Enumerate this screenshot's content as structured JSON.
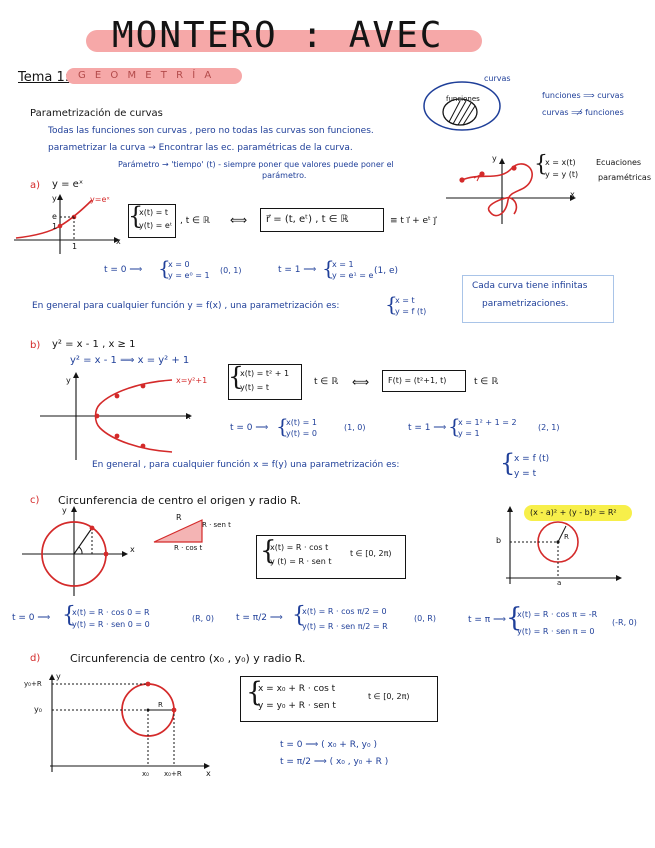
{
  "header": {
    "title": "MONTERO :  AVEC",
    "tema_label": "Tema 1:",
    "tema_name": "G E O M E T R Í A"
  },
  "intro": {
    "heading": "Parametrización de curvas",
    "line1": "Todas las funciones son curvas , pero no todas las curvas son funciones.",
    "line2": "parametrizar la curva → Encontrar las ec. paramétricas de la curva.",
    "line3a": "Parámetro → 'tiempo' (t) - siempre poner que valores puede poner el",
    "line3b": "parámetro."
  },
  "venn": {
    "outer_label": "curvas",
    "inner_label": "funciones",
    "arrow1": "funciones ⟹ curvas",
    "arrow2": "curvas ⟹̸ funciones"
  },
  "param_sketch": {
    "sys1": "x = x(t)",
    "sys2": "y = y (t)",
    "caption1": "Ecuaciones",
    "caption2": "paramétricas",
    "y_axis": "y",
    "x_axis": "x"
  },
  "section_a": {
    "label": "a)",
    "equation": "y = eˣ",
    "graph_label": "y=eˣ",
    "axis_y": "y",
    "axis_x": "x",
    "tick_1x": "1",
    "tick_1y": "1",
    "tick_e": "e",
    "sys1": "x(t) = t",
    "sys2": "y(t) = eᵗ",
    "domain": ", t ∈ ℝ",
    "iff": "⟺",
    "vector": "r⃗ = (t, eᵗ) , t ∈ ℝ",
    "equiv": "≡ t i⃗ + eᵗ j⃗",
    "t0_label": "t = 0  ⟹",
    "t0_sys1": "x = 0",
    "t0_sys2": "y = e⁰ = 1",
    "t0_point": "(0, 1)",
    "t1_label": "t = 1  ⟹",
    "t1_sys1": "x = 1",
    "t1_sys2": "y = e¹ = e",
    "t1_point": "(1, e)",
    "general": "En general para cualquier función  y = f(x) , una parametrización es:",
    "gen_sys1": "x = t",
    "gen_sys2": "y = f (t)"
  },
  "note_box": {
    "line1": "Cada curva tiene infinitas",
    "line2": "parametrizaciones."
  },
  "section_b": {
    "label": "b)",
    "equation": "y² = x - 1  ,  x ≥ 1",
    "step": "y² = x - 1  ⟹  x = y² + 1",
    "graph_label": "x=y²+1",
    "axis_y": "y",
    "axis_x": "x",
    "sys1": "x(t) = t² + 1",
    "sys2": "y(t) = t",
    "domain": "t ∈ ℝ",
    "iff": "⟺",
    "vector": "F(t) = (t²+1, t)",
    "vector_domain": "t ∈ ℝ",
    "t0_label": "t = 0  ⟹",
    "t0_sys1": "x(t) = 1",
    "t0_sys2": "y(t) = 0",
    "t0_point": "(1, 0)",
    "t1_label": "t = 1  ⟹",
    "t1_sys1": "x = 1² + 1 = 2",
    "t1_sys2": "y = 1",
    "t1_point": "(2, 1)",
    "general": "En general , para cualquier función  x = f(y)  una parametrización es:",
    "gen_sys1": "x = f (t)",
    "gen_sys2": "y = t"
  },
  "section_c": {
    "label": "c)",
    "title": "Circunferencia de centro el origen y radio R.",
    "axis_y": "y",
    "axis_x": "x",
    "tri_r": "R",
    "tri_sen": "R · sen t",
    "tri_cos": "R · cos t",
    "sys1": "x(t) = R · cos t",
    "sys2": "y (t) = R · sen t",
    "domain": "t ∈ [0, 2π)",
    "general_eq": "(x - a)² + (y - b)² = R²",
    "b_label": "b",
    "a_label": "a",
    "r_label": "R",
    "t0_label": "t = 0  ⟹",
    "t0_sys1": "x(t) = R · cos 0 = R",
    "t0_sys2": "y(t) = R · sen 0 = 0",
    "t0_point": "(R, 0)",
    "t2_label": "t = π/2  ⟹",
    "t2_sys1": "x(t) = R · cos π/2 = 0",
    "t2_sys2": "y(t) = R · sen π/2 = R",
    "t2_point": "(0, R)",
    "tpi_label": "t = π  ⟹",
    "tpi_sys1": "x(t) = R · cos π = -R",
    "tpi_sys2": "y(t) = R · sen π = 0",
    "tpi_point": "(-R, 0)"
  },
  "section_d": {
    "label": "d)",
    "title": "Circunferencia de centro (x₀ , y₀) y radio R.",
    "y_top": "y₀+R",
    "y_mid": "y₀",
    "x_mid": "x₀",
    "x_right": "x₀+R",
    "r_label": "R",
    "axis_y": "y",
    "axis_x": "x",
    "sys1": "x = x₀ + R · cos t",
    "sys2": "y = y₀ + R · sen t",
    "domain": "t ∈ [0, 2π)",
    "t0": "t = 0  ⟹  ( x₀ + R, y₀ )",
    "t2": "t = π/2  ⟹  ( x₀ , y₀ + R )"
  },
  "colors": {
    "ink": "#141414",
    "blue_ink": "#1f3f99",
    "red_ink": "#d42a2a",
    "title_pink": "#f6a8a8",
    "note_border": "#a9c4e8",
    "highlight_yellow": "#f7ef4a"
  }
}
